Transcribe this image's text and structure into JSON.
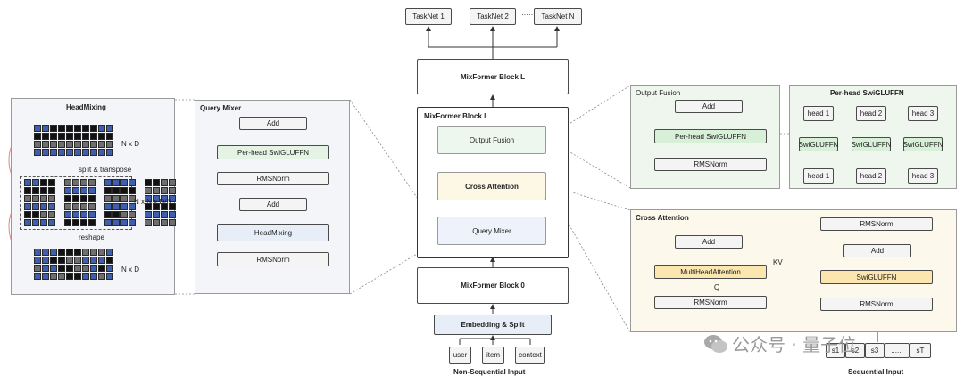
{
  "colors": {
    "blue": "#3f5fae",
    "dark": "#111111",
    "grey": "#6e6e6e",
    "light": "#eef3fb",
    "green": "#e4f3e4",
    "yellow": "#fdf3d4"
  },
  "tasknets": [
    "TaskNet 1",
    "TaskNet 2",
    "·······",
    "TaskNet N"
  ],
  "center": {
    "block_l": "MixFormer Block L",
    "block_i_title": "MixFormer Block l",
    "output_fusion": "Output Fusion",
    "cross_attention": "Cross Attention",
    "query_mixer": "Query Mixer",
    "block_0": "MixFormer Block 0",
    "embedding": "Embedding & Split",
    "inputs": [
      "user",
      "item",
      "context"
    ],
    "non_seq_label": "Non-Sequential Input"
  },
  "headmixing": {
    "title": "HeadMixing",
    "nxd_top": "N x D",
    "split_label": "split & transpose",
    "nxnxdn": "N x N x D/N",
    "reshape_label": "reshape",
    "nxd_bottom": "N x D"
  },
  "query_mixer": {
    "title": "Query Mixer",
    "add_top": "Add",
    "per_head": "Per-head SwiGLUFFN",
    "rmsnorm_top": "RMSNorm",
    "add_bottom": "Add",
    "headmixing": "HeadMixing",
    "rmsnorm_bottom": "RMSNorm"
  },
  "output_fusion": {
    "title": "Output Fusion",
    "add": "Add",
    "per_head": "Per-head SwiGLUFFN",
    "rmsnorm": "RMSNorm"
  },
  "per_head_panel": {
    "title": "Per-head SwiGLUFFN",
    "heads_top": [
      "head 1",
      "head 2",
      "head 3"
    ],
    "swiglu": [
      "SwiGLUFFN",
      "SwiGLUFFN",
      "SwiGLUFFN"
    ],
    "heads_bottom": [
      "head 1",
      "head 2",
      "head 3"
    ]
  },
  "cross_attention": {
    "title": "Cross Attention",
    "add_left": "Add",
    "mha": "MultiHeadAttention",
    "q": "Q",
    "kv": "KV",
    "rmsnorm_left": "RMSNorm",
    "rmsnorm_right_top": "RMSNorm",
    "add_right": "Add",
    "swiglu": "SwiGLUFFN",
    "rmsnorm_right_bottom": "RMSNorm"
  },
  "sequential": {
    "tokens": [
      "s1",
      "s2",
      "s3",
      "......",
      "sT"
    ],
    "label": "Sequential Input"
  },
  "watermark": "公众号 · 量子位"
}
